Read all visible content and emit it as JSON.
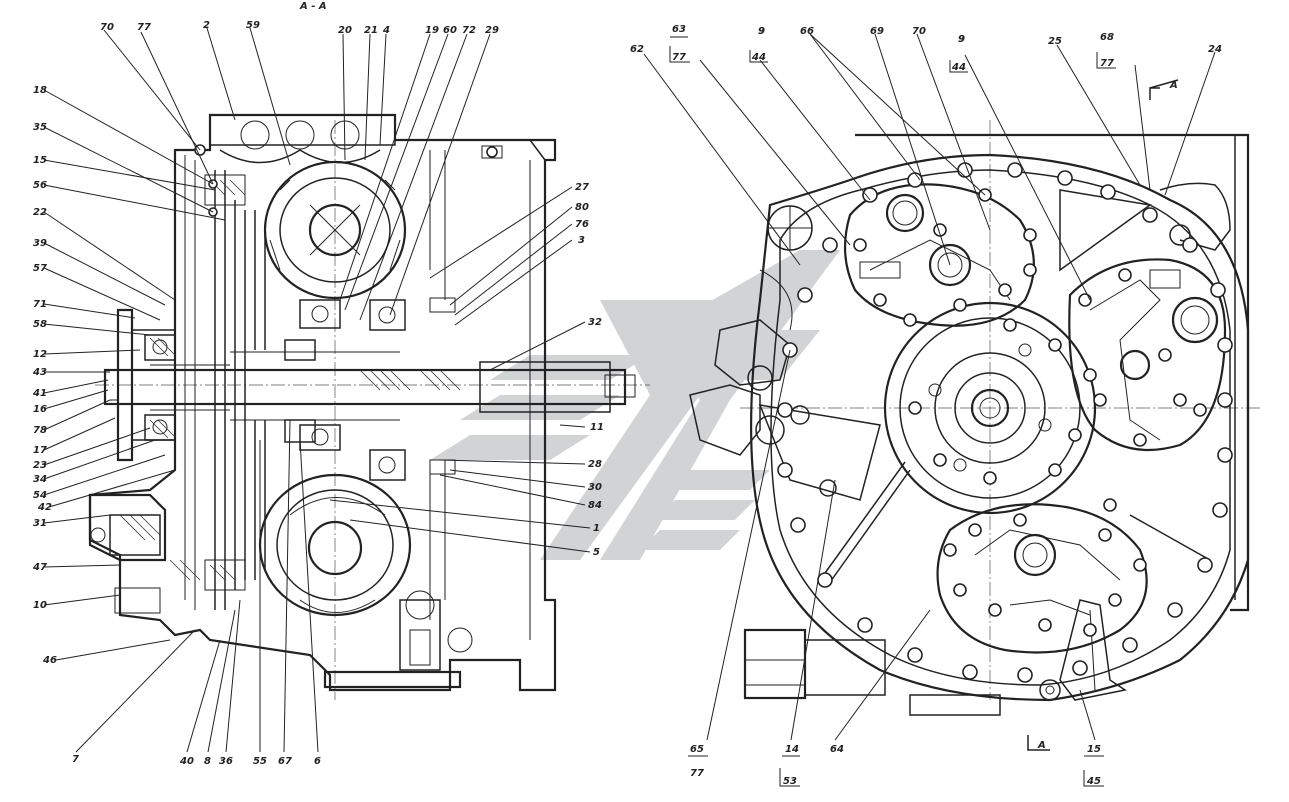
{
  "section_title": "А - А",
  "section_marker": "А",
  "left_view": {
    "labels_top": [
      "70",
      "77",
      "2",
      "59",
      "20",
      "21",
      "4",
      "19",
      "60",
      "72",
      "29"
    ],
    "labels_left": [
      "18",
      "35",
      "15",
      "56",
      "22",
      "39",
      "57",
      "71",
      "58",
      "12",
      "43",
      "41",
      "16",
      "78",
      "17",
      "23",
      "34",
      "54",
      "42",
      "31",
      "47",
      "10",
      "46"
    ],
    "labels_right": [
      "27",
      "80",
      "76",
      "3",
      "32",
      "11",
      "28",
      "30",
      "84",
      "1",
      "5"
    ],
    "labels_bottom": [
      "7",
      "40",
      "8",
      "36",
      "55",
      "67",
      "6"
    ]
  },
  "right_view": {
    "labels_top": [
      "62",
      "9",
      "66",
      "69",
      "70",
      "9",
      "25",
      "24"
    ],
    "fractions": [
      {
        "num": "63",
        "den": "77"
      },
      {
        "num": "9",
        "den": "44"
      },
      {
        "num": "9",
        "den": "44"
      },
      {
        "num": "68",
        "den": "77"
      },
      {
        "num": "65",
        "den": "77"
      },
      {
        "num": "14",
        "den": "53"
      },
      {
        "num": "15",
        "den": "45"
      }
    ],
    "labels_bottom": [
      "64"
    ]
  }
}
